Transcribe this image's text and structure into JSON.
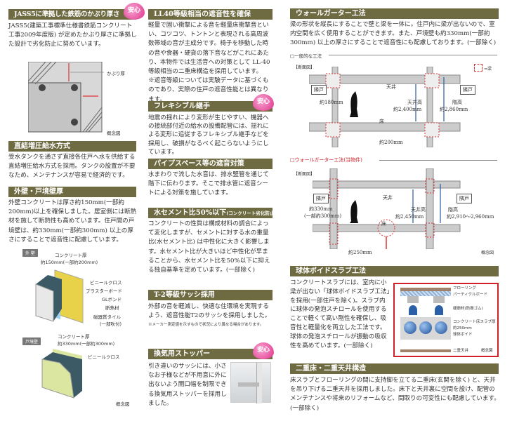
{
  "badge": "安心",
  "col1": {
    "jass": {
      "title": "JASS5に準拠した鉄筋のかぶり厚さ",
      "body": "JASS5(建築工事標準仕様書鉄筋コンクリート工事2009年度版) が定めたかぶり厚さに準拠した設計で劣化防止に努めています。",
      "cover_label": "かぶり厚",
      "caption": "概念図"
    },
    "water": {
      "title": "直結増圧給水方式",
      "body": "受水タンクを通さず直接各住戸へ水を供給する直結増圧給水方式を採用。タンクの設置が不要なため、メンテナンスが容易で経済的です。"
    },
    "wall": {
      "title": "外壁・戸境壁厚",
      "body": "外壁コンクリートは厚さ約150mm(一部約200mm)以上を確保しました。居室側には断熱材を施して断熱性も高めています。住戸間の戸境壁は、約330mm(一部約300mm) 以上の厚さにすることで遮音性に配慮しています。"
    },
    "exterior": {
      "tag": "外 壁",
      "concrete": "コンクリート厚",
      "thickness": "約150mm(一部約200mm)",
      "labels": [
        "ビニールクロス",
        "プラスターボード",
        "GLボンド",
        "断熱材",
        "磁器質タイル",
        "(一部吹付)"
      ]
    },
    "party": {
      "tag": "戸境壁",
      "concrete": "コンクリート厚",
      "thickness": "約330mm(一部約300mm)",
      "label": "ビニールクロス",
      "caption": "概念図"
    }
  },
  "col2": {
    "ll40": {
      "title": "LL40等級相当の遮音性を確保",
      "body": "軽量で固い衝撃による音を軽量床衝撃音といい、コツコツ、トントンと表現される高周波数帯域の音が主成分です。椅子を移動した時の音や食器・硬貨の落下音などがこれにあたり、本物件では生活音への対策として LL-40等級相当の二重床構造を採用しています。",
      "note": "※遮音等級については実験データに基づくものであり、実際の住戸の遮音性能とは異なります。"
    },
    "flex": {
      "title": "フレキシブル継手",
      "body": "地震の揺れにより変形が生じやすい、機器への接続部付近の給水の設備配管には、揺れによる変形に追従するフレキシブル継手などを採用し、破損がなるべく起こらないようにしています。"
    },
    "pipe": {
      "title": "パイプスペース等の遮音対策",
      "body": "水まわりで流した水音は、排水竪管を通じて階下に伝わります。そこで排水管に遮音シートによる対策を施しています。"
    },
    "cement": {
      "title": "水セメント比50%以下",
      "title_sub": "(コンクリート劣化防止対策)",
      "body": "コンクリートの性質は構成材料の調合によって変化しますが、セメントに対する水の重量比(水セメント比) は中性化に大きく影響します。水セメント比が大きいほど中性化が早まることから、水セメント比を50%以下に抑える独自基準を定めています。(一部除く)"
    },
    "t2": {
      "title": "T-2等級サッシ採用",
      "body": "外部の音を軽減し、快適な住環境を実現するよう、遮音性能T2のサッシを採用しました。",
      "note": "※メーカー測定値を示すもので状況により異なる場合があります。"
    },
    "stopper": {
      "title": "換気用ストッパー",
      "body": "引き違いのサッシには、小さなお子様などが不用意に外に出ないよう開口幅を制限できる換気用ストッパーを採用しました。"
    }
  },
  "col3": {
    "wallgirder": {
      "title": "ウォールガーター工法",
      "body": "梁の形状を縦長にすることで壁と梁を一体に。住戸内に梁が出ないので、室内空間を広く使用することができます。また、戸境壁も約330mm(一部約300mm) 以上の厚さにすることで遮音性にも配慮しております。(一部除く)"
    },
    "general": {
      "heading": "□一般的な工法",
      "section": "【断面図】",
      "beam_legend": "=梁",
      "neighbor": "隣戸",
      "ceiling": "天井",
      "floor": "床",
      "wall": "約180mm",
      "slab": "約200mm",
      "ceiling_height_label": "天井高",
      "ceiling_height": "約2,400mm",
      "floor_height_label": "階高",
      "floor_height": "約2,860mm"
    },
    "this": {
      "heading": "□ウォールガーター工法(当物件)",
      "section": "【断面図】",
      "neighbor": "隣戸",
      "ceiling": "天井",
      "floor": "床",
      "wall": "約330mm",
      "wall_sub": "(一部約300mm)",
      "slab": "約250mm",
      "ceiling_height_label": "天井高",
      "ceiling_height": "約2,450mm",
      "floor_height_label": "階高",
      "floor_height": "約2,910〜2,960mm",
      "caption": "概念図"
    },
    "void": {
      "title": "球体ボイドスラブ工法",
      "body": "コンクリートスラブには、室内に小梁が出ない「球体ボイドスラブ工法」を採用(一部住戸を除く)。スラブ内に球体の発泡スチロールを使用することで軽くて高い剛性を確保し、吸音性と軽量化を両立した工法です。球体の発泡スチロールが振動の吸収性を高めています。(一部除く)",
      "labels": [
        "フローリング",
        "パーティクルボード",
        "緩衝材(防振ゴム)",
        "コンクリート床スラブ厚",
        "約250mm",
        "球体ボイド",
        "二重天井"
      ],
      "caption": "概念図"
    },
    "double": {
      "title": "二重床・二重天井構造",
      "body": "床スラブとフローリングの間に支持脚を立てる二重床(玄関を除く) と、天井を吊り下げる二重天井を採用しました。床下と天井裏に空間を設け、配管のメンテナンスや将来のリフォームなど、間取りの可変性にも配慮しています。(一部除く)"
    }
  },
  "colors": {
    "header": "#6e6a41",
    "accent_red": "#d0202a",
    "heart": "#e0308a"
  }
}
